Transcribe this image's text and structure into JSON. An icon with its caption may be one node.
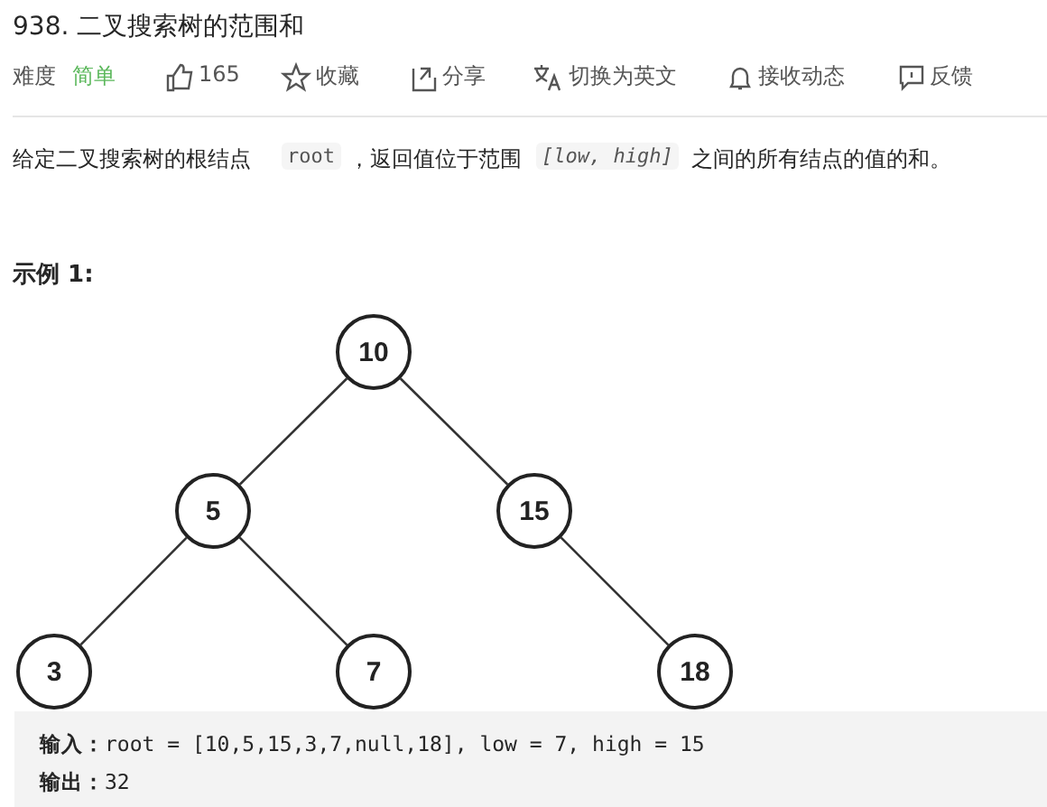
{
  "diagram": {
    "title": "938. 二叉搜索树的范围和",
    "nodes": [
      {
        "text": [
          "10"
        ]
      },
      {
        "text": [
          "5"
        ]
      },
      {
        "text": [
          "15"
        ]
      },
      {
        "text": [
          "3"
        ]
      },
      {
        "text": [
          "7"
        ]
      },
      {
        "text": [
          "18"
        ]
      }
    ],
    "edges": [
      {
        "from": 0,
        "to": 1,
        "arrow": "none"
      },
      {
        "from": 0,
        "to": 2,
        "arrow": "none"
      },
      {
        "from": 1,
        "to": 3,
        "arrow": "none"
      },
      {
        "from": 1,
        "to": 4,
        "arrow": "none"
      },
      {
        "from": 2,
        "to": 5,
        "arrow": "none"
      }
    ],
    "labels": [
      "难度",
      "简单",
      "165",
      "收藏",
      "分享",
      "切换为英文",
      "接收动态",
      "反馈",
      "给定二叉搜索树的根结点",
      "root",
      "，返回值位于范围",
      "[low, high]",
      "之间的所有结点的值的和。",
      "示例 1:",
      "**输入：**root = [10,5,15,3,7,null,18], low = 7, high = 15",
      "**输出：**32"
    ]
  }
}
